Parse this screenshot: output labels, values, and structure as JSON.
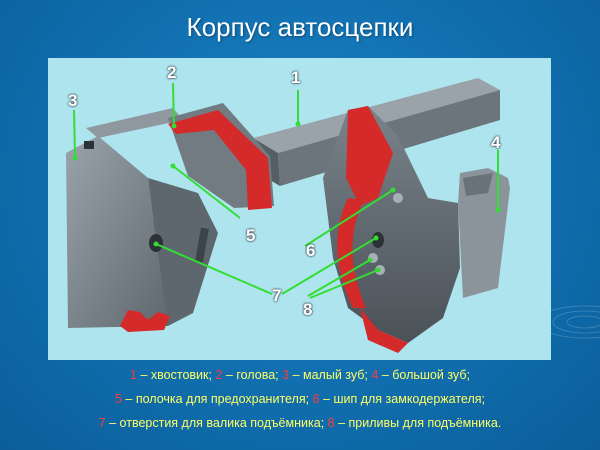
{
  "title": "Корпус автосцепки",
  "parts": [
    {
      "num": "1",
      "name": "хвостовик"
    },
    {
      "num": "2",
      "name": "голова"
    },
    {
      "num": "3",
      "name": "малый зуб"
    },
    {
      "num": "4",
      "name": "большой зуб"
    },
    {
      "num": "5",
      "name": "полочка для предохранителя"
    },
    {
      "num": "6",
      "name": "шип для замкодержателя"
    },
    {
      "num": "7",
      "name": "отверстия для валика подъёмника"
    },
    {
      "num": "8",
      "name": "приливы для подъёмника"
    }
  ],
  "legend": {
    "dash": "–",
    "semicolon": ";",
    "period": "."
  },
  "colors": {
    "background": "#1272b3",
    "panel": "#aee4ee",
    "casting": "#7f8891",
    "cut_section": "#d42a2a",
    "callout_line": "#33dd33",
    "caption_text": "#ffff66",
    "caption_number": "#ff3a3a"
  }
}
